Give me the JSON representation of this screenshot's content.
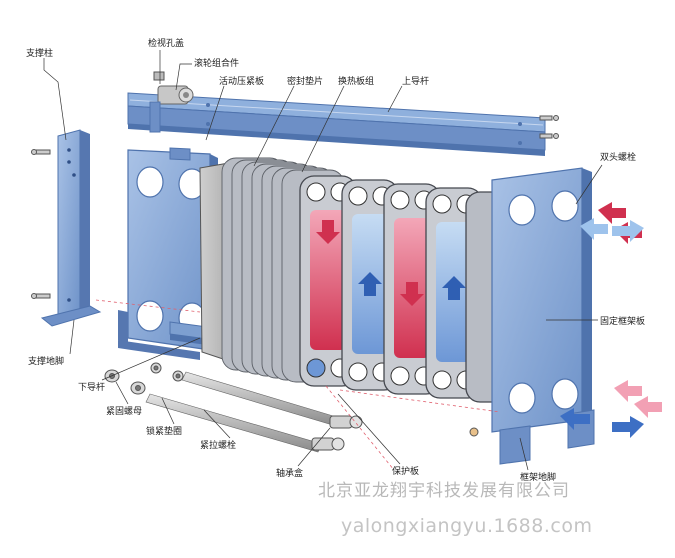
{
  "labels": {
    "inspection_cover": "检视孔盖",
    "roller_assembly": "滚轮组合件",
    "movable_plate": "活动压紧板",
    "gasket": "密封垫片",
    "plate_pack": "换热板组",
    "upper_rail": "上导杆",
    "support_column": "支撑柱",
    "stud_bolt": "双头螺栓",
    "fixed_frame": "固定框架板",
    "support_foot": "支撑地脚",
    "lower_rail": "下导杆",
    "nut": "紧固螺母",
    "lock_washer": "锁紧垫圈",
    "tie_bolt": "紧拉螺栓",
    "bearing_box": "轴承盒",
    "shield": "保护板",
    "frame_foot": "框架地脚"
  },
  "watermark": {
    "company": "北京亚龙翔宇科技发展有限公司",
    "site": "yalongxiangyu.1688.com"
  },
  "colors": {
    "frame_blue": "#7d9fd0",
    "frame_dark": "#4f73ad",
    "hot_red": "#d93a55",
    "hot_pink": "#f2a0b4",
    "cold_blue": "#3d6fc4",
    "cold_light": "#9ec3ec",
    "shield_grey": "#a9a9a9"
  }
}
